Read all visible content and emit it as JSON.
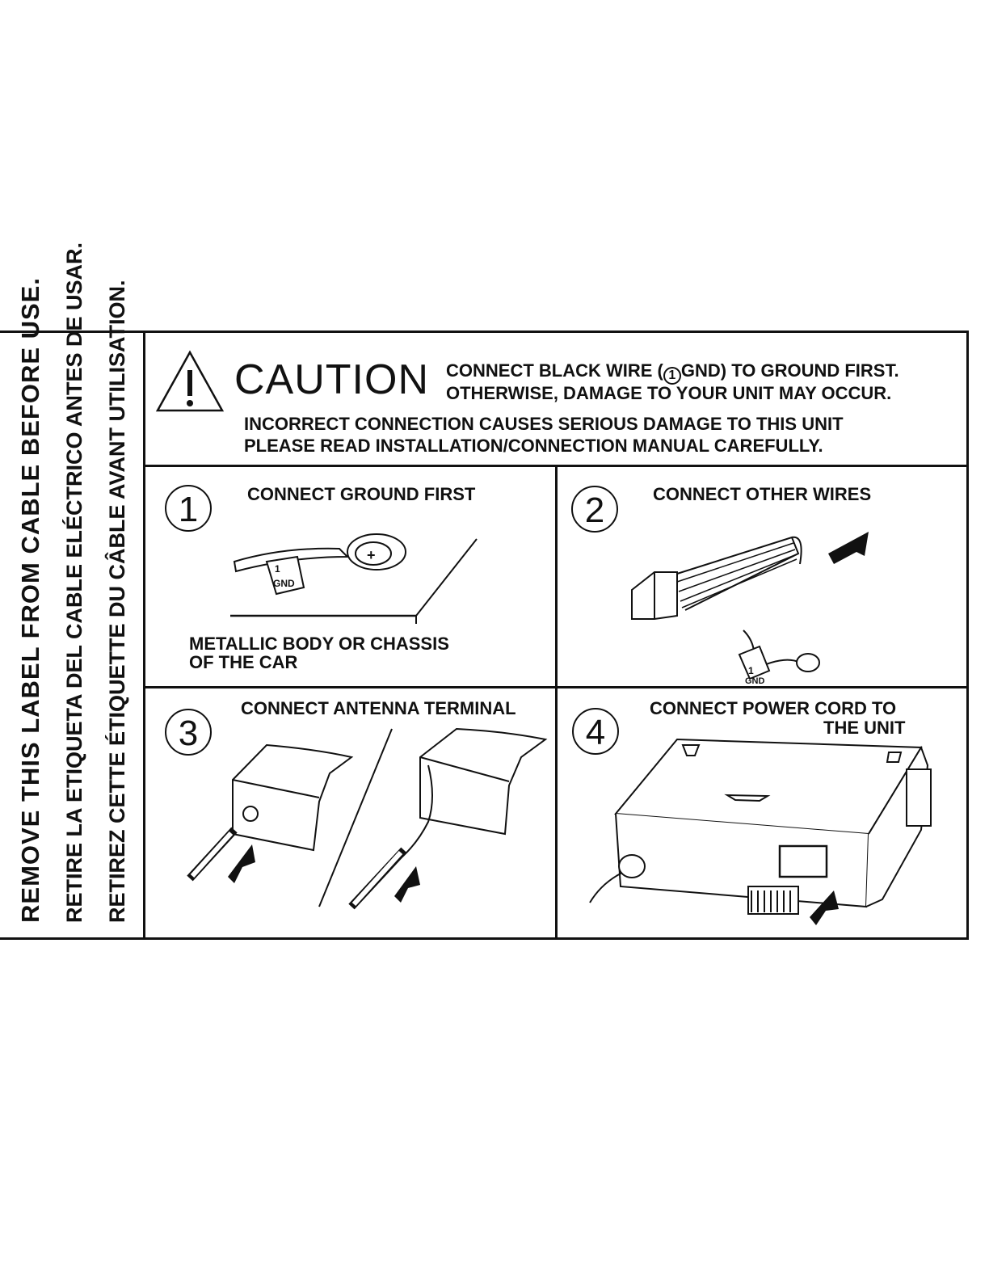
{
  "sidebar": {
    "line1": "REMOVE THIS LABEL FROM CABLE BEFORE USE.",
    "line2": "RETIRE LA ETIQUETA DEL CABLE ELÉCTRICO ANTES DE USAR.",
    "line3": "RETIREZ CETTE ÉTIQUETTE DU CÂBLE AVANT UTILISATION."
  },
  "header": {
    "icon": "warning-triangle-icon",
    "caution": "CAUTION",
    "line1_pre": "CONNECT BLACK WIRE (",
    "line1_circ": "1",
    "line1_post": "GND) TO GROUND FIRST.",
    "line2": "OTHERWISE,  DAMAGE TO YOUR UNIT MAY OCCUR.",
    "line3": "INCORRECT CONNECTION CAUSES SERIOUS DAMAGE TO THIS UNIT",
    "line4": "PLEASE READ INSTALLATION/CONNECTION MANUAL CAREFULLY."
  },
  "steps": [
    {
      "num": "1",
      "title": "CONNECT GROUND FIRST",
      "note1": "METALLIC BODY OR CHASSIS",
      "note2": "OF THE CAR",
      "tag_num": "1",
      "tag_text": "GND",
      "terminal": "+"
    },
    {
      "num": "2",
      "title": "CONNECT OTHER WIRES",
      "tag_num": "1",
      "tag_text": "GND"
    },
    {
      "num": "3",
      "title": "CONNECT ANTENNA TERMINAL"
    },
    {
      "num": "4",
      "title1": "CONNECT POWER CORD TO",
      "title2": "THE UNIT"
    }
  ]
}
